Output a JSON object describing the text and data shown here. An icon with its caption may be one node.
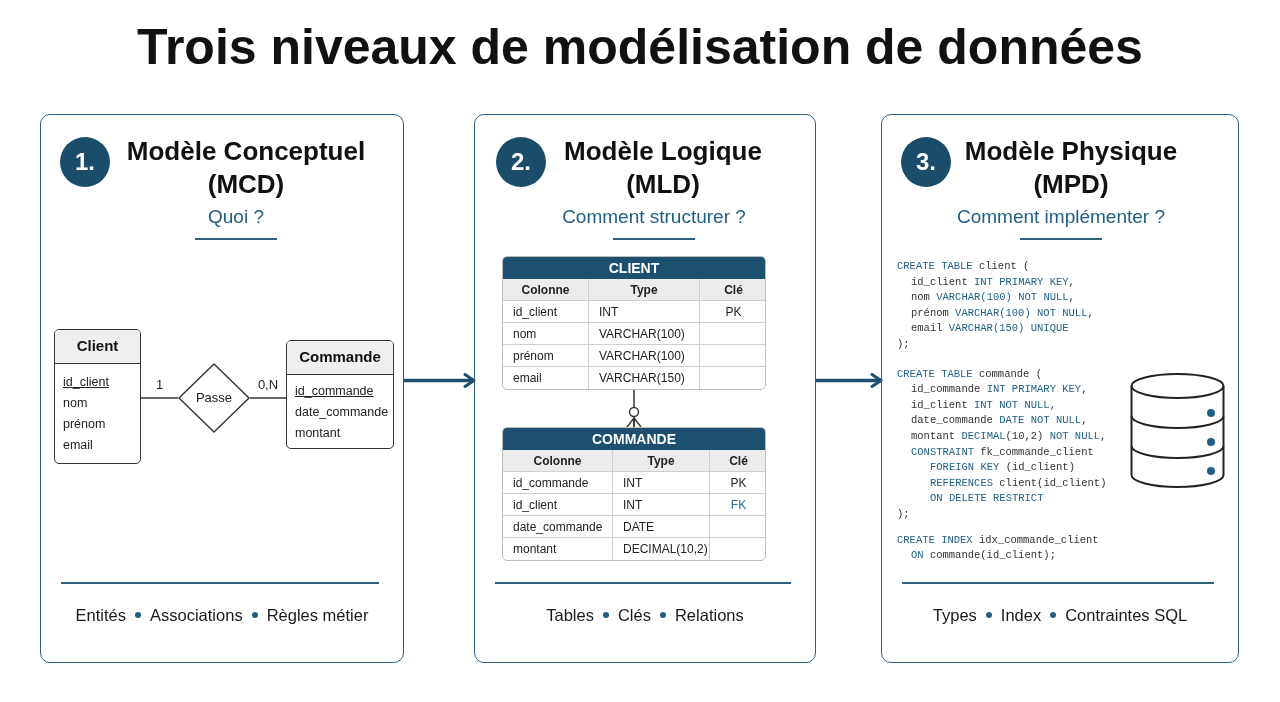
{
  "diagram": {
    "title": "Trois niveaux de modélisation de données",
    "nodes": [
      {
        "text": [
          "Modèle Conceptuel (MCD)",
          "Quoi ?",
          "Entités",
          "Associations",
          "Règles métier"
        ]
      },
      {
        "text": [
          "1."
        ],
        "in": 0
      },
      {
        "text": [
          "Client",
          "id_client",
          "nom",
          "prénom",
          "email"
        ],
        "in": 0
      },
      {
        "text": [
          "Passe"
        ],
        "in": 0
      },
      {
        "text": [
          "Commande",
          "id_commande",
          "date_commande",
          "montant"
        ],
        "in": 0
      },
      {
        "text": [
          "Modèle Logique (MLD)",
          "Comment structurer ?",
          "Tables",
          "Clés",
          "Relations"
        ]
      },
      {
        "text": [
          "2."
        ],
        "in": 5
      },
      {
        "text": [
          "CLIENT",
          "Colonne",
          "Type",
          "Clé",
          "id_client",
          "INT",
          "PK",
          "nom",
          "VARCHAR(100)",
          "prénom",
          "VARCHAR(100)",
          "email",
          "VARCHAR(150)"
        ],
        "in": 5
      },
      {
        "text": [
          "COMMANDE",
          "Colonne",
          "Type",
          "Clé",
          "id_commande",
          "INT",
          "PK",
          "id_client",
          "INT",
          "FK",
          "date_commande",
          "DATE",
          "montant",
          "DECIMAL(10,2)"
        ],
        "in": 5
      },
      {
        "text": [
          "Modèle Physique (MPD)",
          "Comment implémenter ?",
          "CREATE TABLE client (",
          "id_client INT PRIMARY KEY,",
          "nom VARCHAR(100) NOT NULL,",
          "prénom VARCHAR(100) NOT NULL,",
          "email VARCHAR(150) UNIQUE",
          ");",
          "CREATE TABLE commande (",
          "id_commande INT PRIMARY KEY,",
          "id_client INT NOT NULL,",
          "date_commande DATE NOT NULL,",
          "montant DECIMAL(10,2) NOT NULL,",
          "CONSTRAINT fk_commande_client",
          "FOREIGN KEY (id_client)",
          "REFERENCES client(id_client)",
          "ON DELETE RESTRICT",
          ");",
          "CREATE INDEX idx_commande_client",
          "ON commande(id_client);",
          "Types",
          "Index",
          "Contraintes SQL"
        ]
      },
      {
        "text": [
          "3."
        ],
        "in": 9
      }
    ],
    "edges": [
      {
        "from": 2,
        "to": 3,
        "arrow": "none",
        "label": "1"
      },
      {
        "from": 3,
        "to": 4,
        "arrow": "none",
        "label": "0,N"
      },
      {
        "from": 0,
        "to": 5,
        "arrow": "to",
        "style": "thick",
        "color": "#1d4f6e"
      },
      {
        "from": 7,
        "to": 8,
        "arrow": "other"
      },
      {
        "from": 5,
        "to": 9,
        "arrow": "to",
        "style": "thick",
        "color": "#1d4f6e"
      }
    ]
  }
}
